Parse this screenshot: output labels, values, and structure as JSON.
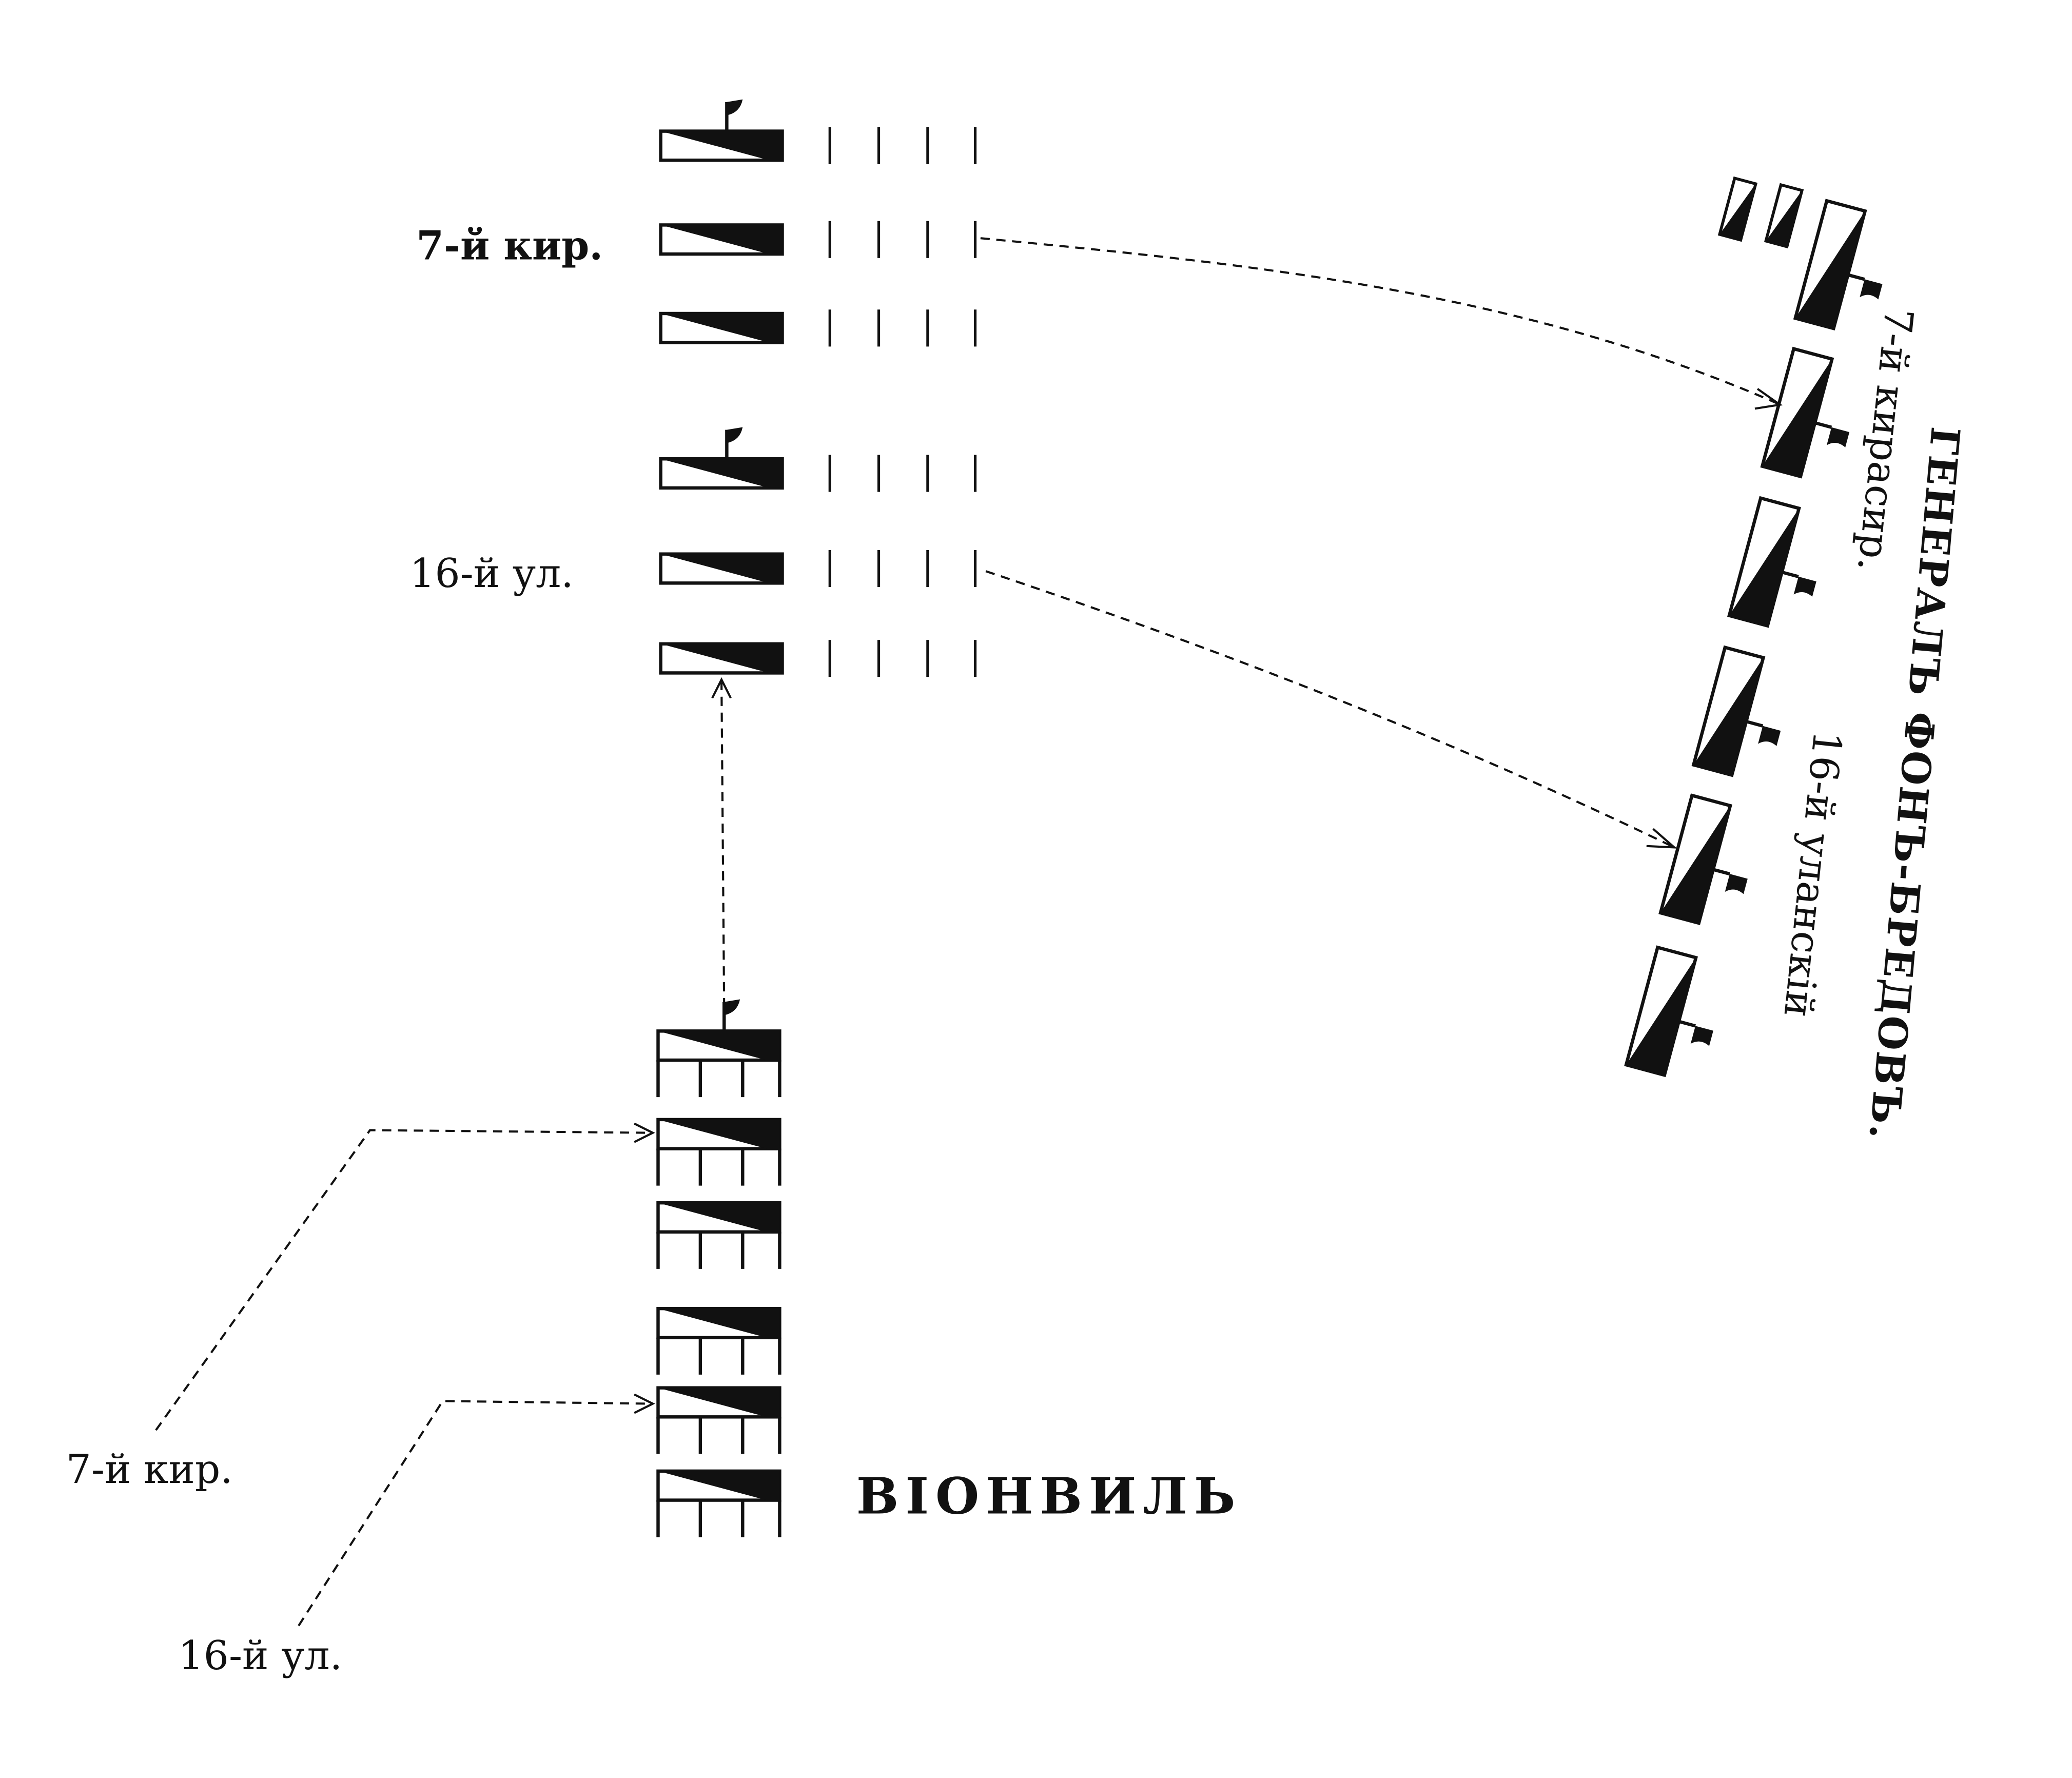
{
  "labels": {
    "top_cuirassiers": "7-й кир.",
    "top_uhlans": "16-й ул.",
    "bottom_cuirassiers": "7-й кир.",
    "bottom_uhlans": "16-й ул.",
    "town": "ВІОНВИЛЬ",
    "general": "ГЕНЕРАЛЪ ФОНЪ-БРЕДОВЪ.",
    "right_cuirassiers": "7-й кирасир.",
    "right_uhlans": "16-й уланскій"
  },
  "colors": {
    "ink": "#111111",
    "paper": "#ffffff"
  }
}
